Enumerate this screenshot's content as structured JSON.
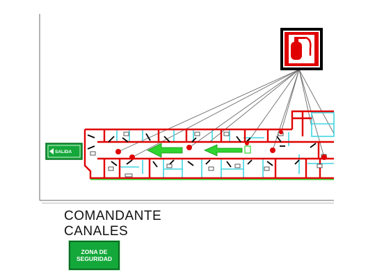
{
  "exit_sign": {
    "label": "SALIDA",
    "color": "#14a83a"
  },
  "street": {
    "line1": "COMANDANTE",
    "line2": "CANALES"
  },
  "safety_zone": {
    "line1": "ZONA DE",
    "line2": "SEGURIDAD",
    "color": "#14a83a"
  },
  "extinguisher_icon": {
    "name": "fire-extinguisher-icon",
    "color": "#e00000"
  },
  "colors": {
    "walls": "#e00000",
    "doors": "#000000",
    "partitions": "#3fd6e0",
    "evacuation_arrows": "#2fd42f",
    "leader_lines": "#6a6a6a"
  }
}
